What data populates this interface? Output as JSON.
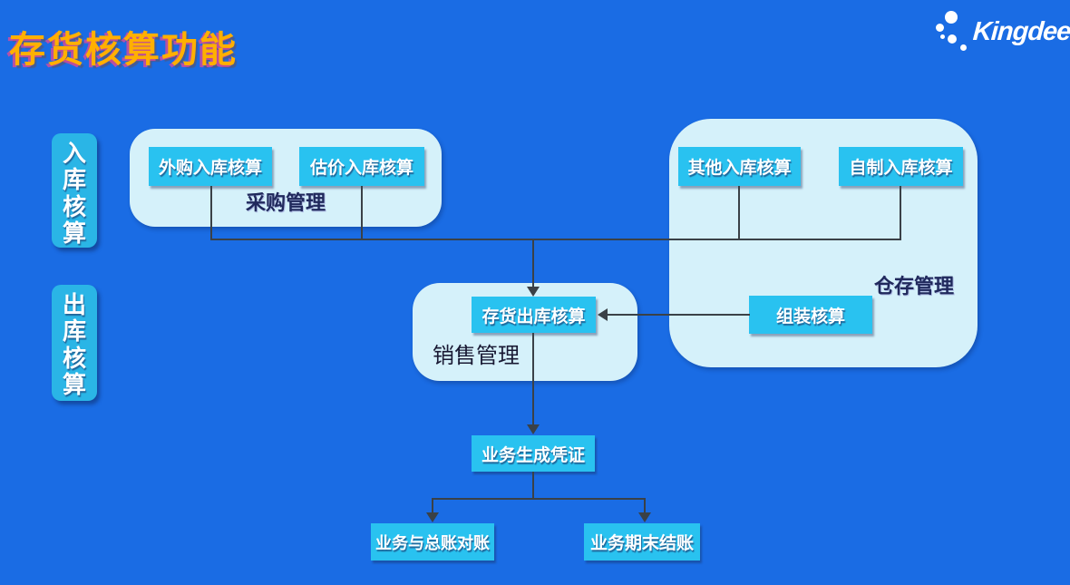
{
  "page": {
    "title": "存货核算功能",
    "brand": "Kingdee"
  },
  "side_labels": [
    {
      "id": "inbound",
      "label": "入库核算"
    },
    {
      "id": "outbound",
      "label": "出库核算"
    }
  ],
  "groups": [
    {
      "id": "purchase",
      "label": "采购管理",
      "nodes": [
        "外购入库核算",
        "估价入库核算"
      ]
    },
    {
      "id": "warehouse",
      "label": "仓存管理",
      "nodes": [
        "其他入库核算",
        "自制入库核算",
        "组装核算"
      ]
    },
    {
      "id": "sales",
      "label": "销售管理",
      "nodes": [
        "存货出库核算"
      ]
    }
  ],
  "flow": {
    "voucher": "业务生成凭证",
    "reconcile": "业务与总账对账",
    "closing": "业务期末结账"
  },
  "colors": {
    "background": "#1A6CE4",
    "node_cyan": "#29C2F0",
    "side_label_cyan": "#2AB5E6",
    "container_light": "#D5F1FA",
    "title_yellow": "#FFB000",
    "label_navy": "#20295C",
    "connector": "#3A4147",
    "text_white": "#FFFFFF"
  }
}
